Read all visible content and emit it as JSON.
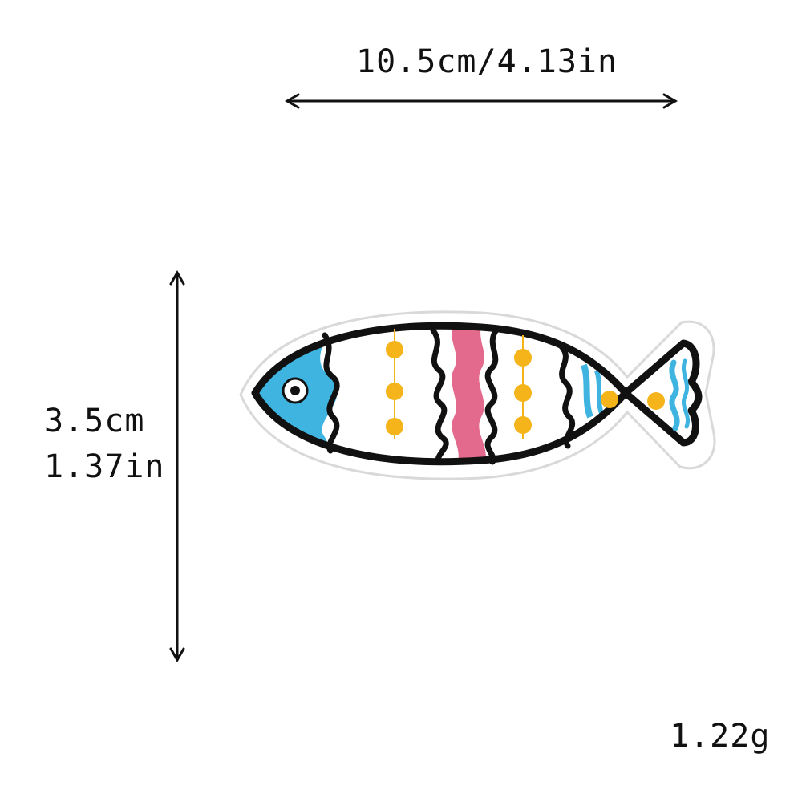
{
  "dimensions": {
    "width_label": "10.5cm/4.13in",
    "height_cm_label": "3.5cm",
    "height_in_label": "1.37in",
    "weight_label": "1.22g"
  },
  "product": {
    "icon": "fish-patch-icon",
    "colors": {
      "outline": "#111111",
      "head_blue": "#3FB4E0",
      "stripe_pink": "#E36A8C",
      "dot_yellow": "#F4B41A",
      "backing_white": "#FFFFFF",
      "backing_shadow": "#D9D9D9"
    }
  }
}
